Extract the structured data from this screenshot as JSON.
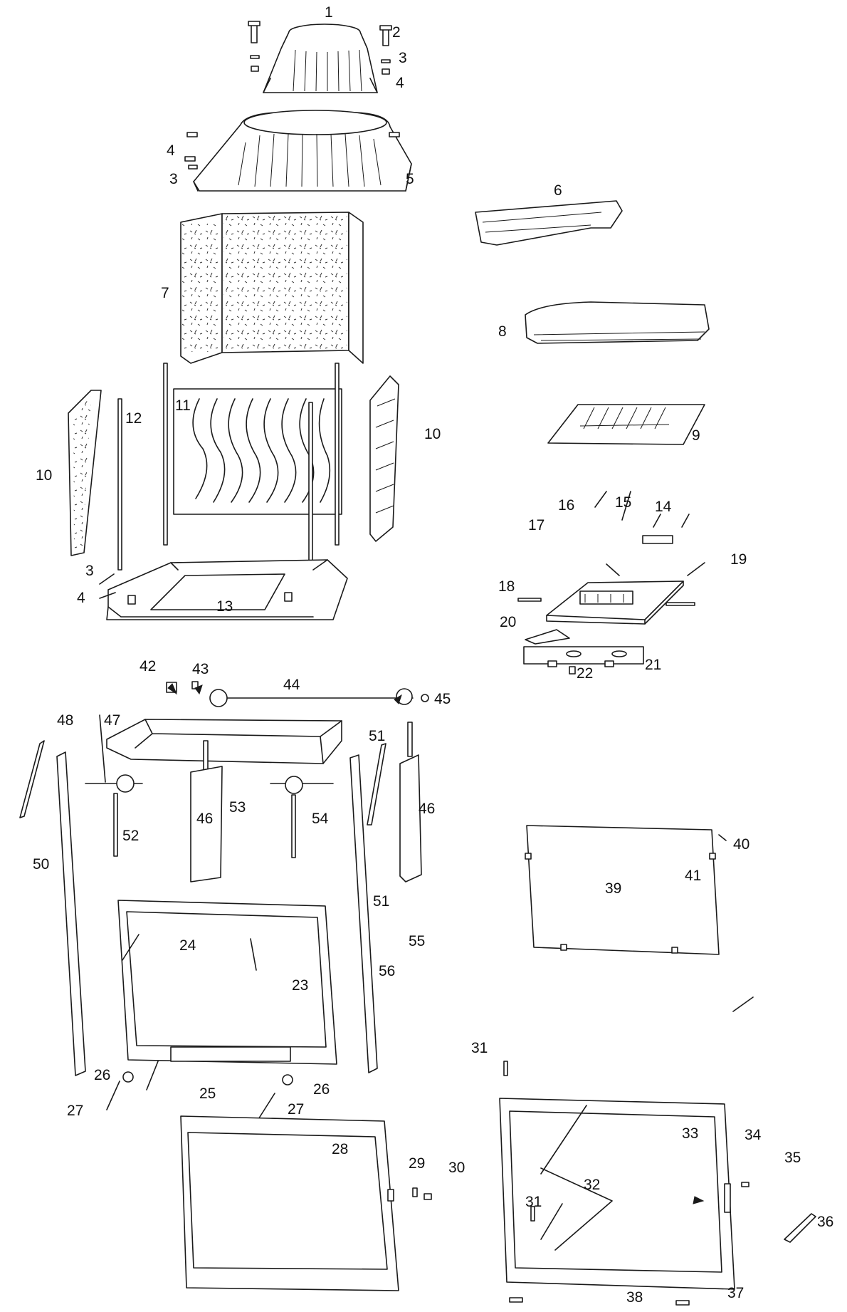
{
  "labels": [
    {
      "id": "p1",
      "text": "1"
    },
    {
      "id": "p2",
      "text": "2"
    },
    {
      "id": "p3a",
      "text": "3"
    },
    {
      "id": "p4a",
      "text": "4"
    },
    {
      "id": "p4b",
      "text": "4"
    },
    {
      "id": "p3b",
      "text": "3"
    },
    {
      "id": "p5",
      "text": "5"
    },
    {
      "id": "p6",
      "text": "6"
    },
    {
      "id": "p7",
      "text": "7"
    },
    {
      "id": "p8",
      "text": "8"
    },
    {
      "id": "p9",
      "text": "9"
    },
    {
      "id": "p10a",
      "text": "10"
    },
    {
      "id": "p10b",
      "text": "10"
    },
    {
      "id": "p11",
      "text": "11"
    },
    {
      "id": "p12",
      "text": "12"
    },
    {
      "id": "p3c",
      "text": "3"
    },
    {
      "id": "p4c",
      "text": "4"
    },
    {
      "id": "p13",
      "text": "13"
    },
    {
      "id": "p14",
      "text": "14"
    },
    {
      "id": "p15",
      "text": "15"
    },
    {
      "id": "p16",
      "text": "16"
    },
    {
      "id": "p17",
      "text": "17"
    },
    {
      "id": "p18",
      "text": "18"
    },
    {
      "id": "p19",
      "text": "19"
    },
    {
      "id": "p20",
      "text": "20"
    },
    {
      "id": "p21",
      "text": "21"
    },
    {
      "id": "p22",
      "text": "22"
    },
    {
      "id": "p42",
      "text": "42"
    },
    {
      "id": "p43",
      "text": "43"
    },
    {
      "id": "p44",
      "text": "44"
    },
    {
      "id": "p45",
      "text": "45"
    },
    {
      "id": "p47",
      "text": "47"
    },
    {
      "id": "p48",
      "text": "48"
    },
    {
      "id": "p51a",
      "text": "51"
    },
    {
      "id": "p46a",
      "text": "46"
    },
    {
      "id": "p46b",
      "text": "46"
    },
    {
      "id": "p53",
      "text": "53"
    },
    {
      "id": "p54",
      "text": "54"
    },
    {
      "id": "p52",
      "text": "52"
    },
    {
      "id": "p50",
      "text": "50"
    },
    {
      "id": "p51b",
      "text": "51"
    },
    {
      "id": "p40",
      "text": "40"
    },
    {
      "id": "p41",
      "text": "41"
    },
    {
      "id": "p39",
      "text": "39"
    },
    {
      "id": "p24",
      "text": "24"
    },
    {
      "id": "p23",
      "text": "23"
    },
    {
      "id": "p55",
      "text": "55"
    },
    {
      "id": "p56",
      "text": "56"
    },
    {
      "id": "p26a",
      "text": "26"
    },
    {
      "id": "p26b",
      "text": "26"
    },
    {
      "id": "p25",
      "text": "25"
    },
    {
      "id": "p27a",
      "text": "27"
    },
    {
      "id": "p27b",
      "text": "27"
    },
    {
      "id": "p28",
      "text": "28"
    },
    {
      "id": "p29",
      "text": "29"
    },
    {
      "id": "p30",
      "text": "30"
    },
    {
      "id": "p31a",
      "text": "31"
    },
    {
      "id": "p31b",
      "text": "31"
    },
    {
      "id": "p32",
      "text": "32"
    },
    {
      "id": "p33",
      "text": "33"
    },
    {
      "id": "p34",
      "text": "34"
    },
    {
      "id": "p35",
      "text": "35"
    },
    {
      "id": "p36",
      "text": "36"
    },
    {
      "id": "p37",
      "text": "37"
    },
    {
      "id": "p38",
      "text": "38"
    }
  ]
}
